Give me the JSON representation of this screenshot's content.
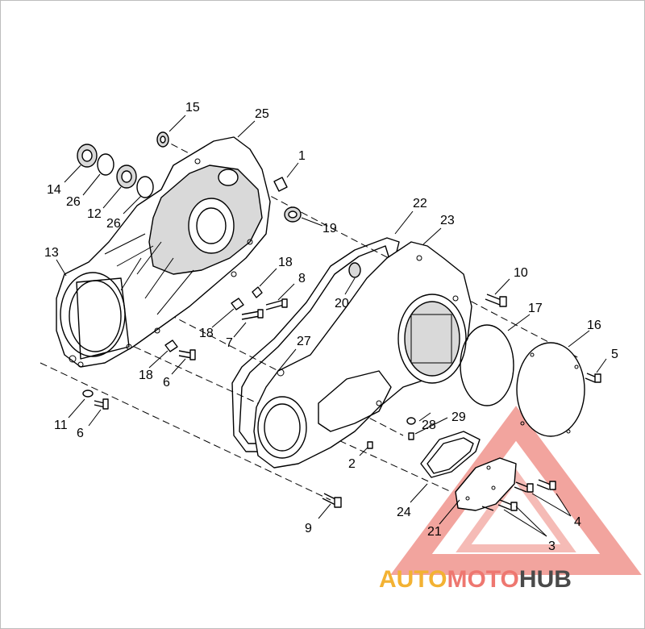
{
  "callouts": [
    {
      "id": "c1",
      "label": "1"
    },
    {
      "id": "c2",
      "label": "2"
    },
    {
      "id": "c3",
      "label": "3"
    },
    {
      "id": "c4",
      "label": "4"
    },
    {
      "id": "c5",
      "label": "5"
    },
    {
      "id": "c6a",
      "label": "6"
    },
    {
      "id": "c6b",
      "label": "6"
    },
    {
      "id": "c7",
      "label": "7"
    },
    {
      "id": "c8",
      "label": "8"
    },
    {
      "id": "c9",
      "label": "9"
    },
    {
      "id": "c10",
      "label": "10"
    },
    {
      "id": "c11",
      "label": "11"
    },
    {
      "id": "c12",
      "label": "12"
    },
    {
      "id": "c13",
      "label": "13"
    },
    {
      "id": "c14",
      "label": "14"
    },
    {
      "id": "c15",
      "label": "15"
    },
    {
      "id": "c16",
      "label": "16"
    },
    {
      "id": "c17",
      "label": "17"
    },
    {
      "id": "c18a",
      "label": "18"
    },
    {
      "id": "c18b",
      "label": "18"
    },
    {
      "id": "c18c",
      "label": "18"
    },
    {
      "id": "c19",
      "label": "19"
    },
    {
      "id": "c20",
      "label": "20"
    },
    {
      "id": "c21",
      "label": "21"
    },
    {
      "id": "c22",
      "label": "22"
    },
    {
      "id": "c23",
      "label": "23"
    },
    {
      "id": "c24",
      "label": "24"
    },
    {
      "id": "c25",
      "label": "25"
    },
    {
      "id": "c26a",
      "label": "26"
    },
    {
      "id": "c26b",
      "label": "26"
    },
    {
      "id": "c27",
      "label": "27"
    },
    {
      "id": "c28",
      "label": "28"
    },
    {
      "id": "c29",
      "label": "29"
    }
  ],
  "watermark": {
    "part1": "AUTO",
    "part2": "MOTO",
    "part3": "HUB",
    "color_orange": "#f3b233",
    "color_red": "#ee7770",
    "color_grey": "#4a4a4a"
  }
}
